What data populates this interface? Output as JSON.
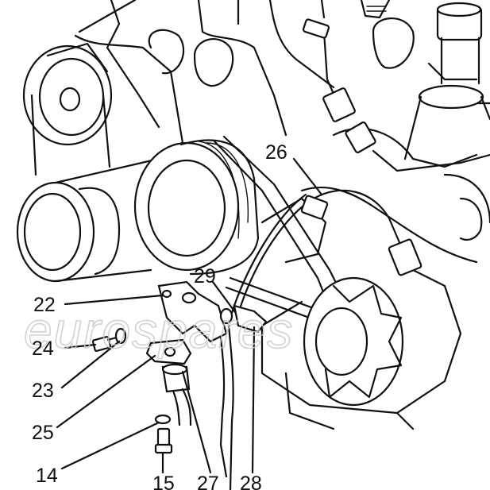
{
  "diagram": {
    "watermark": "eurospares",
    "callouts": [
      {
        "id": "label-26",
        "text": "26"
      },
      {
        "id": "label-29",
        "text": "29"
      },
      {
        "id": "label-22",
        "text": "22"
      },
      {
        "id": "label-24",
        "text": "24"
      },
      {
        "id": "label-23",
        "text": "23"
      },
      {
        "id": "label-25",
        "text": "25"
      },
      {
        "id": "label-14",
        "text": "14"
      },
      {
        "id": "label-15",
        "text": "15"
      },
      {
        "id": "label-27",
        "text": "27"
      },
      {
        "id": "label-28",
        "text": "28"
      }
    ]
  }
}
